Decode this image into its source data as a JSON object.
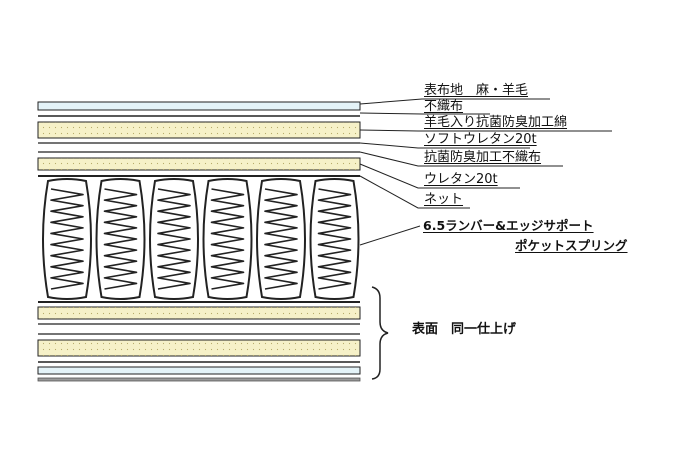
{
  "layers": [
    "表布地　麻・羊毛",
    "不織布",
    "羊毛入り抗菌防臭加工綿",
    "ソフトウレタン20t",
    "抗菌防臭加工不織布",
    "ウレタン20t",
    "ネット"
  ],
  "spring": {
    "line1": "6.5ランバー&エッジサポート",
    "line2": "ポケットスプリング"
  },
  "surface_note": "表面　同一仕上げ",
  "colors": {
    "fabric": "#e4f3f8",
    "wool_cotton": "#f6f1c8",
    "line": "#222222"
  }
}
